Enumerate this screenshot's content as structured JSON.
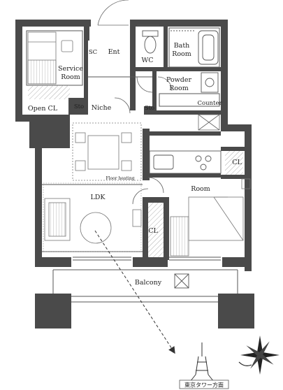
{
  "rooms": {
    "service_room": [
      "Service",
      "Room"
    ],
    "sc": "SC",
    "ent": "Ent",
    "wc": "WC",
    "bath": [
      "Bath",
      "Room"
    ],
    "powder": [
      "Powder",
      "Room"
    ],
    "open_cl": "Open CL",
    "sto_left": "Sto",
    "niche": "Niche",
    "sto_right": "Sto",
    "counter": "Counter",
    "cl_kitchen": "CL",
    "floor_heating": "Floor heating",
    "ldk": "LDK",
    "room": "Room",
    "cl_room": "CL",
    "balcony": "Balcony"
  },
  "direction_label": "東京タワー方面",
  "colors": {
    "wall": "#4a4a4a",
    "line": "#555555",
    "text": "#222222",
    "background": "#ffffff"
  }
}
